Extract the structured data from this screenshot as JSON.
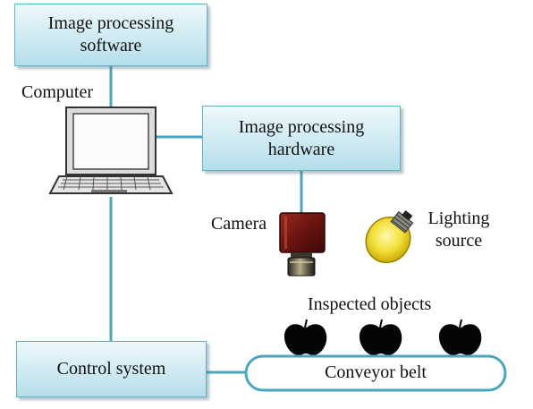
{
  "boxes": {
    "software": [
      "Image processing",
      "software"
    ],
    "hardware": [
      "Image processing",
      "hardware"
    ],
    "control": "Control system"
  },
  "labels": {
    "computer": "Computer",
    "camera": "Camera",
    "lighting": [
      "Lighting",
      "source"
    ],
    "inspected": "Inspected objects",
    "conveyor": "Conveyor belt"
  },
  "icons": [
    "laptop-icon",
    "camera-icon",
    "light-bulb-icon",
    "apple-icon"
  ],
  "colors": {
    "box_border": "#5fb3c8",
    "connector": "#4aa6bf",
    "box_fill_top": "#eef8fb",
    "box_fill_bottom": "#b4deea"
  }
}
